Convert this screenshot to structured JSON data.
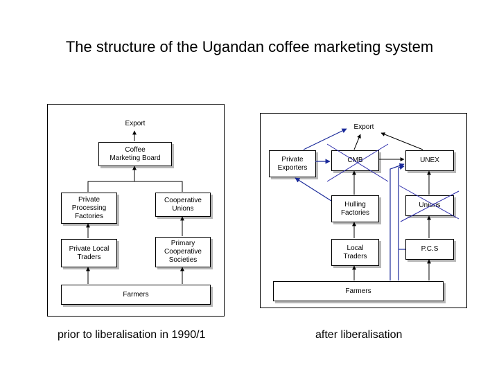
{
  "title": "The structure of the Ugandan coffee marketing system",
  "before": {
    "caption": "prior to liberalisation in 1990/1",
    "export": "Export",
    "cmb": "Coffee\nMarketing Board",
    "private_processing": "Private\nProcessing\nFactories",
    "coop_unions": "Cooperative\nUnions",
    "private_local": "Private Local\nTraders",
    "primary_coop": "Primary\nCooperative\nSocieties",
    "farmers": "Farmers"
  },
  "after": {
    "caption": "after liberalisation",
    "export": "Export",
    "private_exporters": "Private\nExporters",
    "cmb": "CMB",
    "unex": "UNEX",
    "hulling": "Hulling\nFactories",
    "unions": "Unions",
    "local_traders": "Local\nTraders",
    "pcs": "P.C.S",
    "farmers": "Farmers"
  },
  "colors": {
    "black_arrow": "#000000",
    "blue_arrow": "#1a2a9a",
    "cross": "#2a2aaa"
  }
}
